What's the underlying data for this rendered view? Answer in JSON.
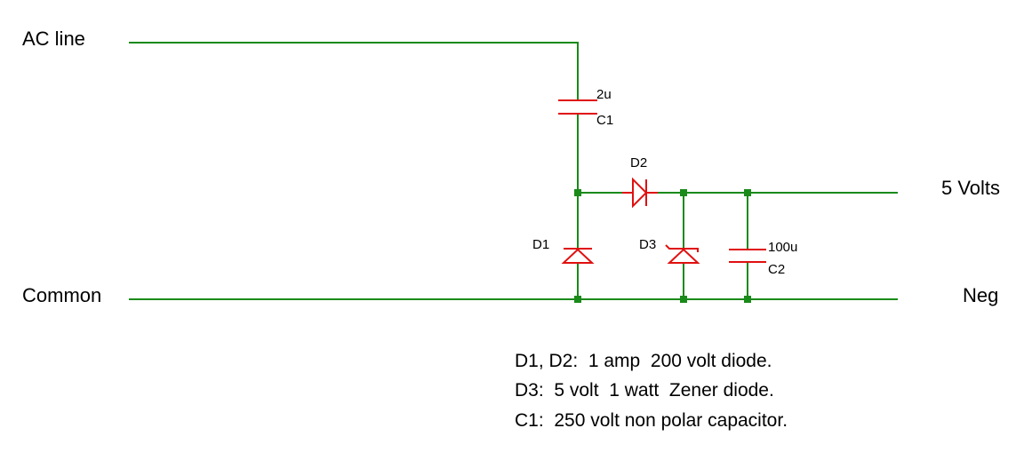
{
  "terminals": {
    "ac_line": "AC line",
    "common": "Common",
    "five_volts": "5 Volts",
    "neg": "Neg"
  },
  "components": {
    "c1": {
      "value": "2u",
      "ref": "C1"
    },
    "c2": {
      "value": "100u",
      "ref": "C2"
    },
    "d1": {
      "ref": "D1"
    },
    "d2": {
      "ref": "D2"
    },
    "d3": {
      "ref": "D3"
    }
  },
  "notes": [
    "D1, D2:  1 amp  200 volt diode.",
    "D3:  5 volt  1 watt  Zener diode.",
    "C1:  250 volt non polar capacitor."
  ],
  "colors": {
    "wire": "#1a8a1a",
    "component": "#e01010",
    "junction": "#1a8a1a"
  }
}
